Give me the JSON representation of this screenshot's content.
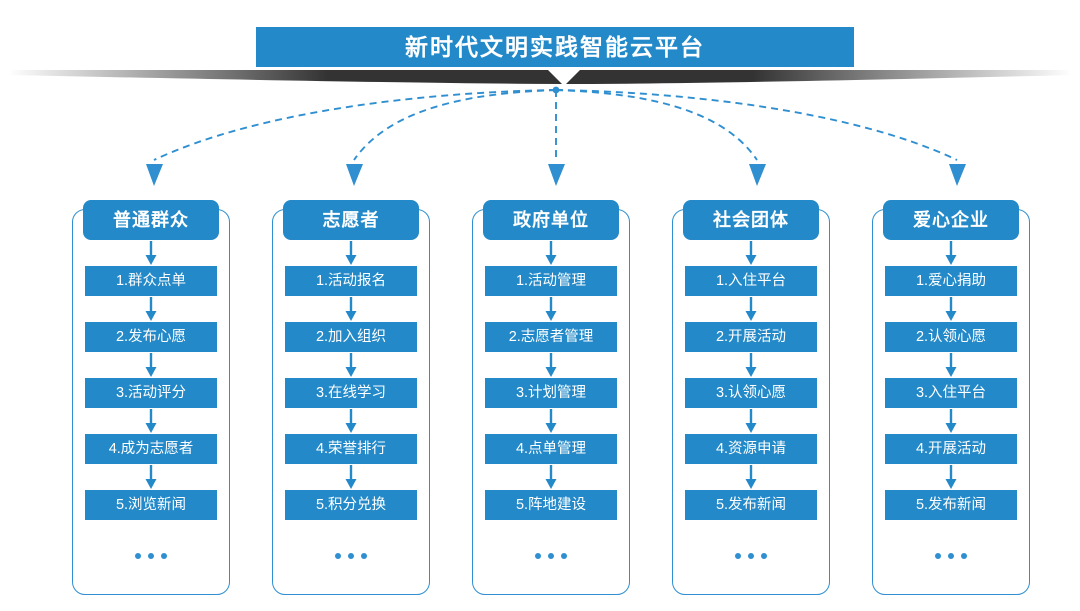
{
  "title": {
    "text": "新时代文明实践智能云平台"
  },
  "colors": {
    "primary_blue": "#2389c8",
    "outline_blue": "#2f8fd0",
    "banner_shadow": "#3a3a3a",
    "text_on_blue": "#ffffff",
    "background": "#ffffff"
  },
  "ellipsis": {
    "label": "..."
  },
  "columns": [
    {
      "header": "普通群众",
      "items": [
        "1.群众点单",
        "2.发布心愿",
        "3.活动评分",
        "4.成为志愿者",
        "5.浏览新闻"
      ]
    },
    {
      "header": "志愿者",
      "items": [
        "1.活动报名",
        "2.加入组织",
        "3.在线学习",
        "4.荣誉排行",
        "5.积分兑换"
      ]
    },
    {
      "header": "政府单位",
      "items": [
        "1.活动管理",
        "2.志愿者管理",
        "3.计划管理",
        "4.点单管理",
        "5.阵地建设"
      ]
    },
    {
      "header": "社会团体",
      "items": [
        "1.入住平台",
        "2.开展活动",
        "3.认领心愿",
        "4.资源申请",
        "5.发布新闻"
      ]
    },
    {
      "header": "爱心企业",
      "items": [
        "1.爱心捐助",
        "2.认领心愿",
        "3.入住平台",
        "4.开展活动",
        "5.发布新闻"
      ]
    }
  ]
}
